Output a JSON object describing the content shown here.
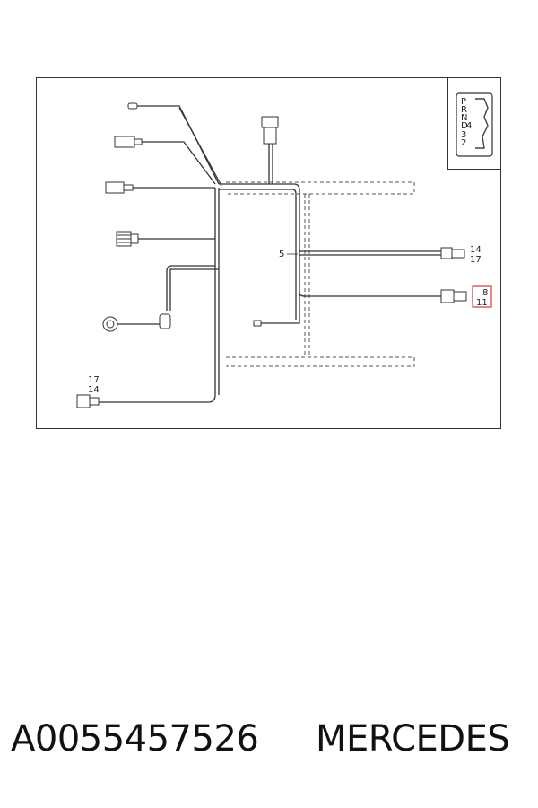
{
  "diagram": {
    "callouts": {
      "left_top": "17",
      "left_bottom": "14",
      "mid": "5",
      "right1_top": "14",
      "right1_bottom": "17",
      "right2_top": "8",
      "right2_bottom": "11"
    },
    "inset_labels": [
      "P",
      "R",
      "N",
      "D",
      "4",
      "3",
      "2"
    ],
    "colors": {
      "line": "#333333",
      "highlight": "#d03a3a"
    }
  },
  "caption": {
    "part_number": "A0055457526",
    "brand": "MERCEDES"
  }
}
